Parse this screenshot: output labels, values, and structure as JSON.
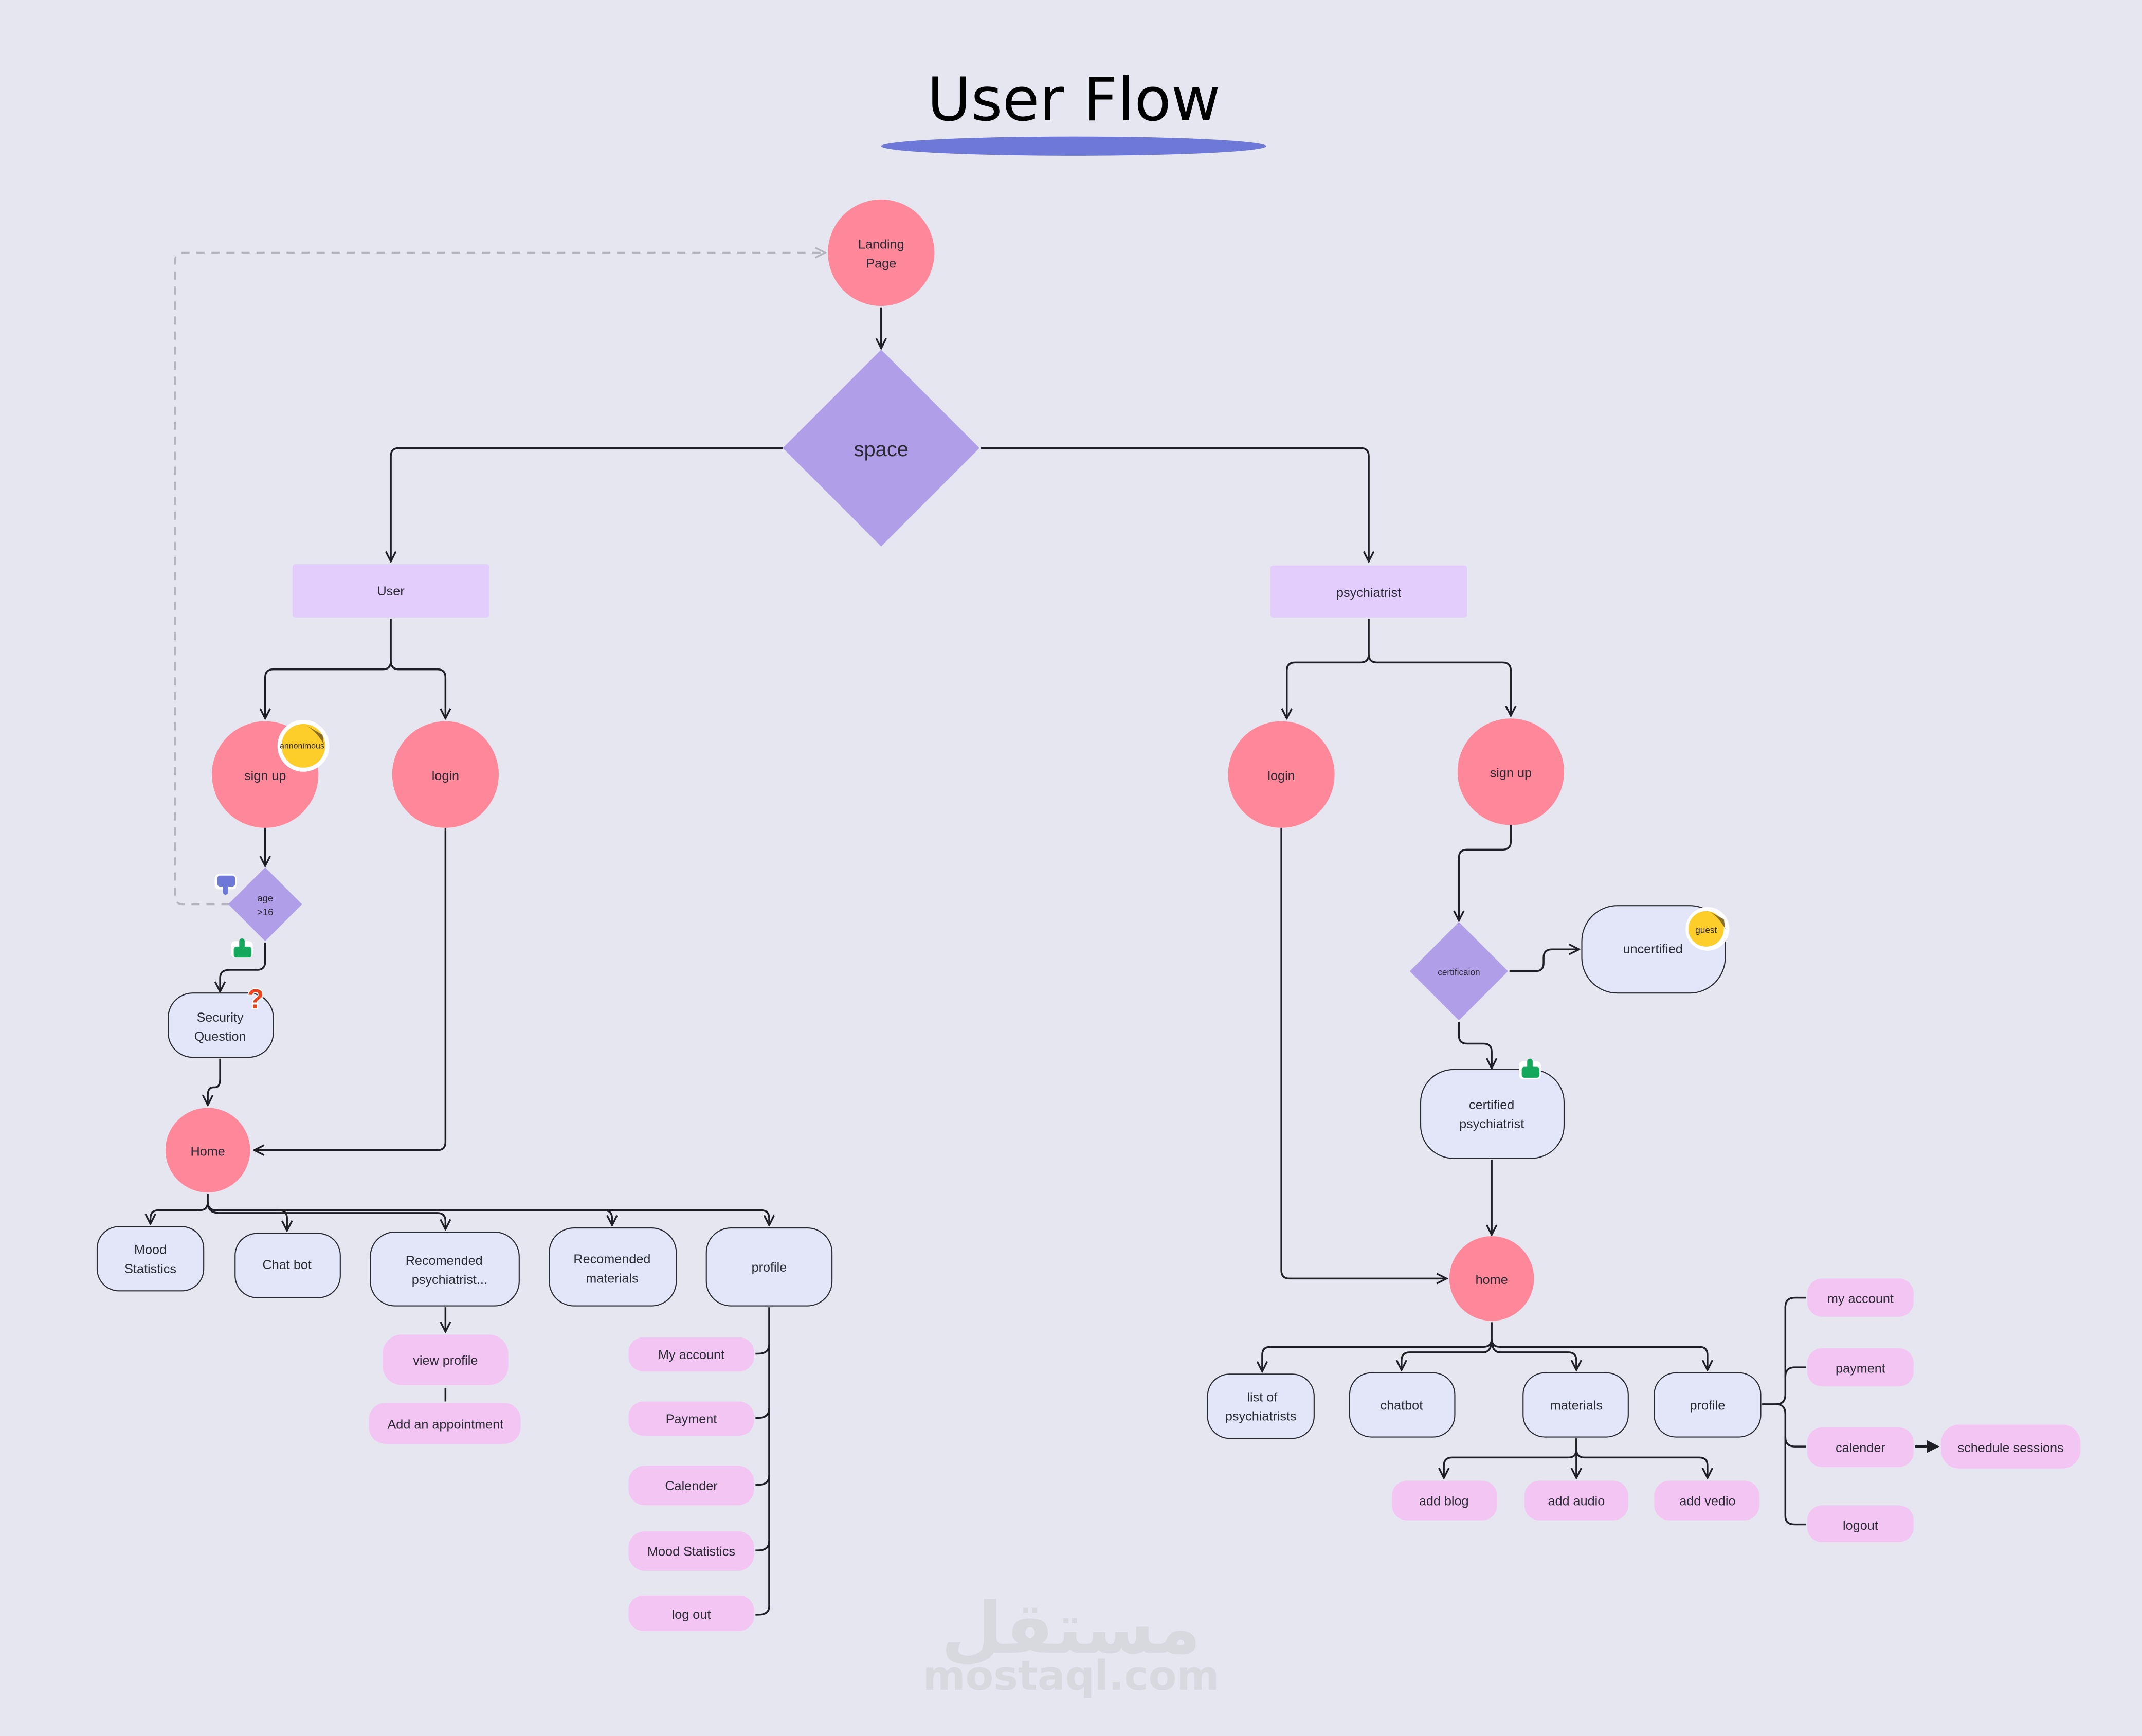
{
  "title": "User Flow",
  "colors": {
    "background": "#e6e6f0",
    "screen_circle": "#fe8799",
    "decision": "#b19ee9",
    "role_box": "#e2cdfc",
    "page_box": "#e2e6f8",
    "sub_item": "#f3c5f3",
    "title_underline": "#6e78d6",
    "sticker": "#fdcd2a"
  },
  "start": {
    "label_line1": "Landing",
    "label_line2": "Page"
  },
  "decision_main": {
    "label": "space"
  },
  "user_branch": {
    "role": "User",
    "signup": "sign up",
    "signup_sticker": "annonimous",
    "login": "login",
    "age_check": {
      "line1": "age",
      "line2": ">16"
    },
    "security": {
      "line1": "Security",
      "line2": "Question"
    },
    "home": "Home",
    "home_children": [
      {
        "line1": "Mood",
        "line2": "Statistics"
      },
      {
        "line1": "Chat bot",
        "line2": ""
      },
      {
        "line1": "Recomended",
        "line2": "psychiatrist..."
      },
      {
        "line1": "Recomended",
        "line2": "materials"
      },
      {
        "line1": "profile",
        "line2": ""
      }
    ],
    "psychiatrist_actions": [
      "view profile",
      "Add an appointment"
    ],
    "profile_items": [
      "My account",
      "Payment",
      "Calender",
      "Mood Statistics",
      "log out"
    ]
  },
  "psychiatrist_branch": {
    "role": "psychiatrist",
    "login": "login",
    "signup": "sign up",
    "certification": "certificaion",
    "uncertified": "uncertified",
    "uncertified_sticker": "guest",
    "certified": {
      "line1": "certified",
      "line2": "psychiatrist"
    },
    "home": "home",
    "home_children": [
      {
        "line1": "list of",
        "line2": "psychiatrists"
      },
      {
        "line1": "chatbot",
        "line2": ""
      },
      {
        "line1": "materials",
        "line2": ""
      },
      {
        "line1": "profile",
        "line2": ""
      }
    ],
    "materials_items": [
      "add blog",
      "add audio",
      "add vedio"
    ],
    "profile_items": [
      "my account",
      "payment",
      "calender",
      "logout"
    ],
    "calendar_next": "schedule sessions"
  },
  "watermark": {
    "arabic": "مستقل",
    "latin": "mostaql.com"
  }
}
